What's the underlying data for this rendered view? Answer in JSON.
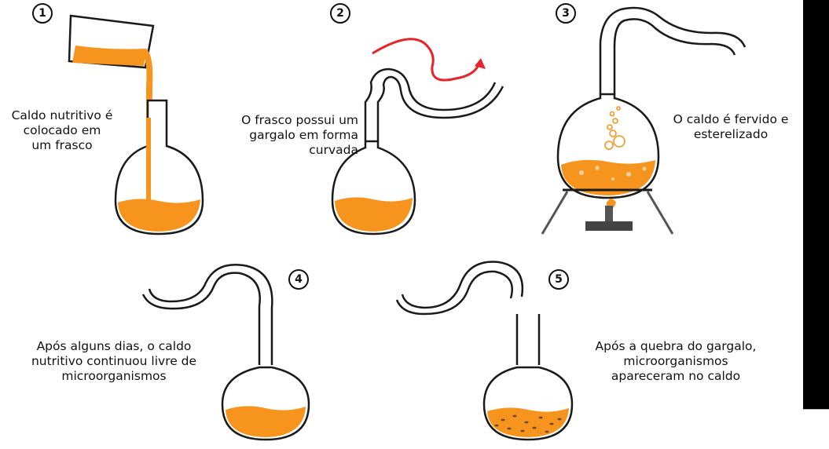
{
  "steps": [
    {
      "number": "1",
      "caption": "Caldo nutritivo é\ncolocado em\num frasco"
    },
    {
      "number": "2",
      "caption": "O frasco possui um\ngargalo em forma\ncurvada"
    },
    {
      "number": "3",
      "caption": "O caldo é fervido e\nesterelizado"
    },
    {
      "number": "4",
      "caption": "Após alguns dias, o caldo\nnutritivo continuou livre de\nmicroorganismos"
    },
    {
      "number": "5",
      "caption": "Após a quebra do gargalo,\nmicroorganismos\napareceram no caldo"
    }
  ],
  "colors": {
    "broth": "#F7941D",
    "arrow": "#E8232A",
    "outline": "#1a1a1a",
    "stand": "#555555"
  }
}
